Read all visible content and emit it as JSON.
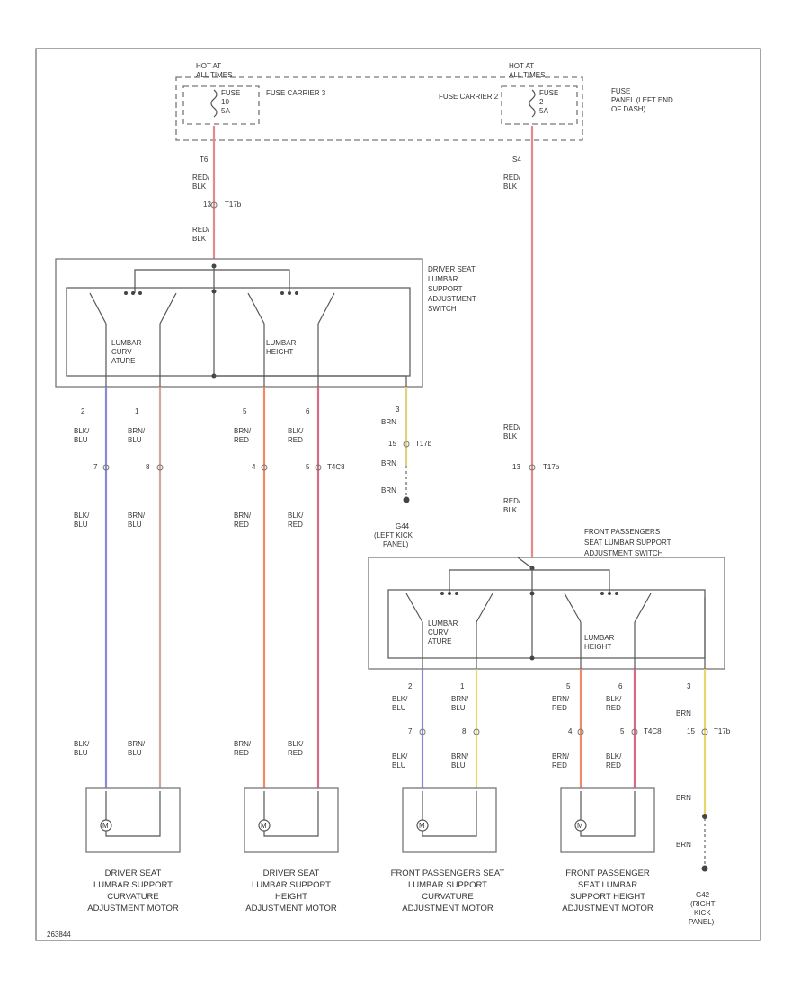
{
  "colors": {
    "red_blk": "#e58a8a",
    "blu_blu": "#8a8ad6",
    "brn_blu": "#d2a7a0",
    "brn_red": "#f08a66",
    "blk_red": "#d86a86",
    "brn_yel": "#e0d27a",
    "yel": "#e8d66a"
  },
  "fuse_panel": {
    "fuse_left": {
      "hot": "HOT AT ALL TIMES",
      "fuse": "FUSE",
      "num": "10",
      "amp": "5A",
      "carrier": "FUSE CARRIER 3"
    },
    "fuse_right": {
      "hot": "HOT AT ALL TIMES",
      "fuse": "FUSE",
      "num": "2",
      "amp": "5A",
      "carrier": "FUSE CARRIER 2"
    },
    "location": "FUSE PANEL (LEFT END OF DASH)"
  },
  "driver_switch": {
    "label": "DRIVER SEAT LUMBAR SUPPORT ADJUSTMENT SWITCH",
    "curvature": "LUMBAR CURVATURE",
    "height": "LUMBAR HEIGHT"
  },
  "passenger_switch": {
    "label": "FRONT PASSENGERS SEAT LUMBAR SUPPORT ADJUSTMENT SWITCH",
    "curvature": "LUMBAR CURVATURE",
    "height": "LUMBAR HEIGHT"
  },
  "wire_labels": {
    "w1": "T6I RED/ BLK",
    "w1_conn": "13 T17b",
    "w1b": "RED/ BLK",
    "w2": "S4 RED/ BLK",
    "w2b": "RED/ BLK",
    "w2_conn": "13 T17b",
    "w2c": "RED/ BLK",
    "d1": "2 BLK/ BLU",
    "d1_conn": "7",
    "d1b": "BLK/ BLU",
    "d2": "1 BRN/ BLU",
    "d2_conn": "8",
    "d2b": "BRN/ BLU",
    "d3": "5 BRN/ RED",
    "d3_conn": "4",
    "d3b": "BRN/ RED",
    "d4": "6 BLK/ RED",
    "d4_conn": "5 T4C8",
    "d4b": "BLK/ RED",
    "d5": "3 BRN",
    "d5_conn": "15 T17b",
    "d5b": "BRN",
    "d5c": "BRN",
    "ground_left": "G44 (LEFT KICK PANEL)",
    "p1": "2 BLK/ BLU",
    "p1_conn": "7",
    "p1b": "BLK/ BLU",
    "p2": "1 BRN/ BLU",
    "p2_conn": "8",
    "p2b": "BRN/ BLU",
    "p3": "5 BRN/ RED",
    "p3_conn": "4",
    "p3b": "BRN/ RED",
    "p4": "6 BLK/ RED",
    "p4_conn": "5 T4C8",
    "p4b": "BLK/ RED",
    "p5": "3 BRN",
    "p5_conn": "15 T17b",
    "p5b": "BRN",
    "p5c": "BRN",
    "ground_right": "G42 (RIGHT KICK PANEL)"
  },
  "motors": [
    {
      "label": "DRIVER SEAT LUMBAR SUPPORT CURVATURE ADJUSTMENT MOTOR"
    },
    {
      "label": "DRIVER SEAT LUMBAR SUPPORT HEIGHT ADJUSTMENT MOTOR"
    },
    {
      "label": "FRONT PASSENGERS SEAT LUMBAR SUPPORT CURVATURE ADJUSTMENT MOTOR"
    },
    {
      "label": "FRONT PASSENGER SEAT LUMBAR SUPPORT HEIGHT ADJUSTMENT MOTOR"
    }
  ],
  "footer": "263844"
}
